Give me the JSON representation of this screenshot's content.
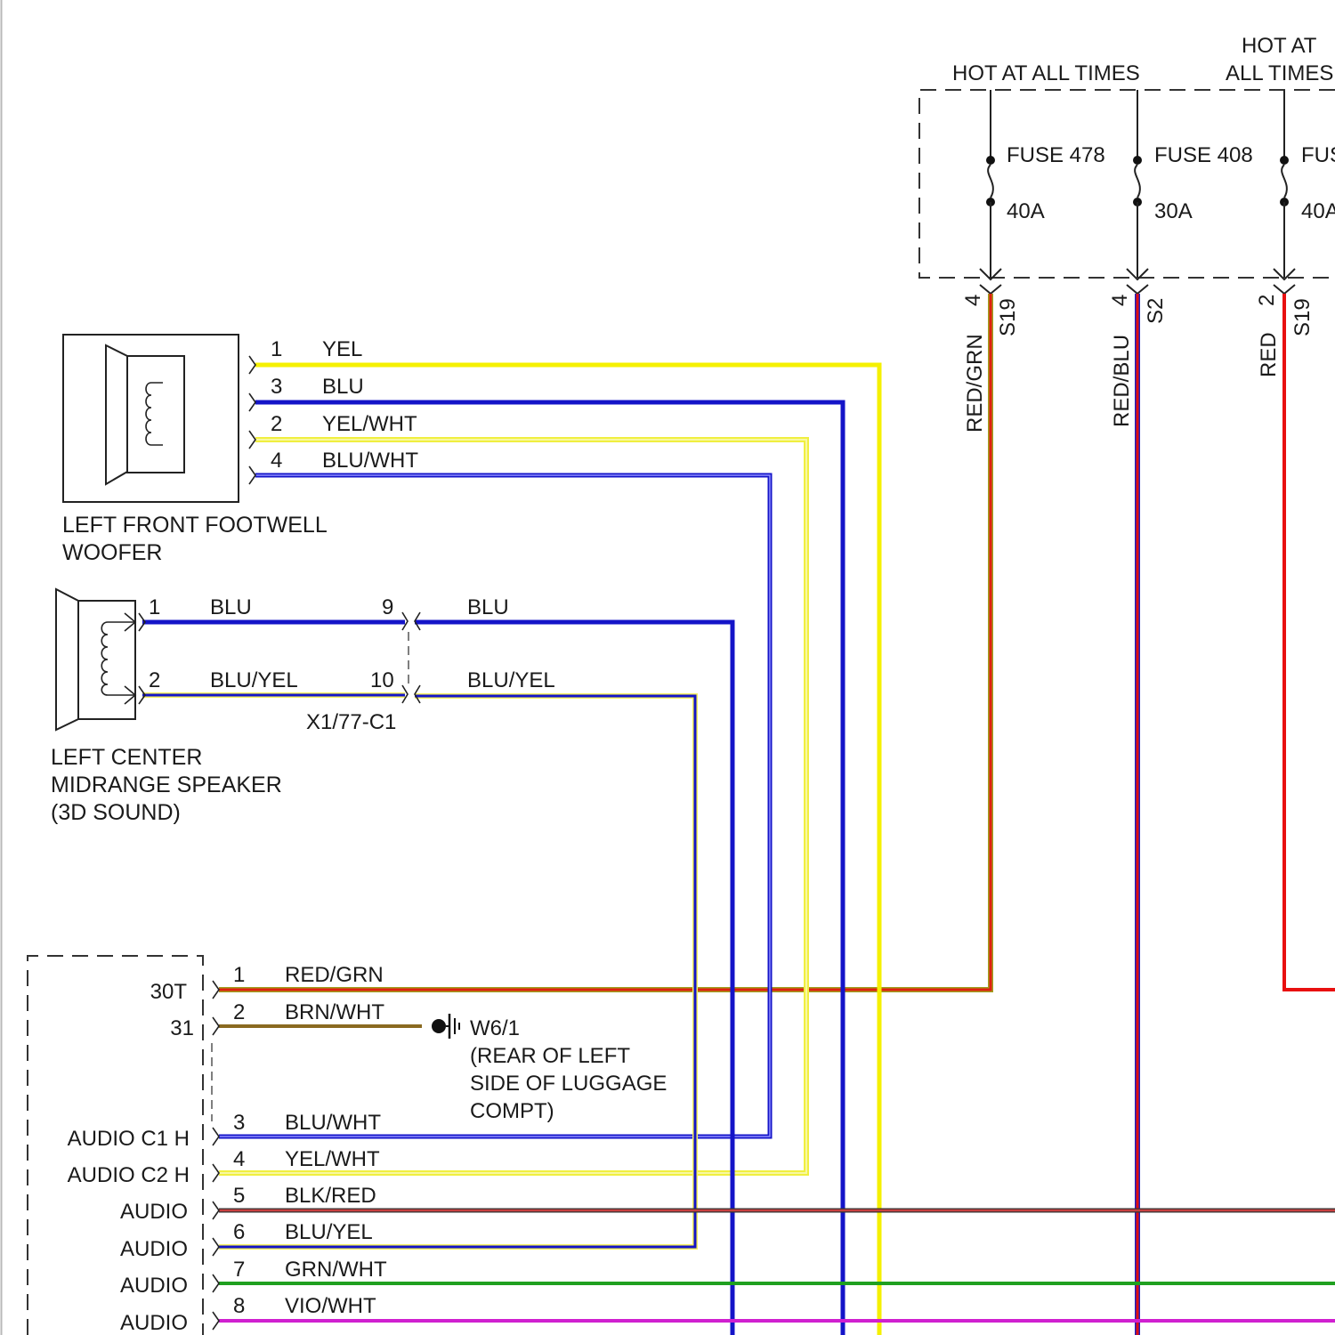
{
  "power": {
    "hot_label_1": "HOT AT ALL TIMES",
    "hot_label_2a": "HOT AT",
    "hot_label_2b": "ALL TIMES",
    "fuses": [
      {
        "name": "FUSE 478",
        "rating": "40A",
        "pin": "4",
        "connector": "S19",
        "wire": "RED/GRN"
      },
      {
        "name": "FUSE 408",
        "rating": "30A",
        "pin": "4",
        "connector": "S2",
        "wire": "RED/BLU"
      },
      {
        "name": "FUS",
        "rating": "40A",
        "pin": "2",
        "connector": "S19",
        "wire": "RED"
      }
    ]
  },
  "woofer": {
    "label_line1": "LEFT FRONT FOOTWELL",
    "label_line2": "WOOFER",
    "pins": [
      {
        "pin": "1",
        "wire": "YEL"
      },
      {
        "pin": "3",
        "wire": "BLU"
      },
      {
        "pin": "2",
        "wire": "YEL/WHT"
      },
      {
        "pin": "4",
        "wire": "BLU/WHT"
      }
    ]
  },
  "midrange": {
    "label_line1": "LEFT CENTER",
    "label_line2": "MIDRANGE SPEAKER",
    "label_line3": "(3D SOUND)",
    "pins": [
      {
        "pin": "1",
        "wire": "BLU",
        "conn_pin": "9",
        "wire_out": "BLU"
      },
      {
        "pin": "2",
        "wire": "BLU/YEL",
        "conn_pin": "10",
        "wire_out": "BLU/YEL"
      }
    ],
    "connector": "X1/77-C1"
  },
  "ground": {
    "name": "W6/1",
    "desc_line1": "(REAR OF LEFT",
    "desc_line2": "SIDE OF LUGGAGE",
    "desc_line3": "COMPT)"
  },
  "amplifier": {
    "pins": [
      {
        "label": "30T",
        "pin": "1",
        "wire": "RED/GRN"
      },
      {
        "label": "31",
        "pin": "2",
        "wire": "BRN/WHT"
      },
      {
        "label": "AUDIO C1 H",
        "pin": "3",
        "wire": "BLU/WHT"
      },
      {
        "label": "AUDIO C2 H",
        "pin": "4",
        "wire": "YEL/WHT"
      },
      {
        "label": "AUDIO",
        "pin": "5",
        "wire": "BLK/RED"
      },
      {
        "label": "AUDIO",
        "pin": "6",
        "wire": "BLU/YEL"
      },
      {
        "label": "AUDIO",
        "pin": "7",
        "wire": "GRN/WHT"
      },
      {
        "label": "AUDIO",
        "pin": "8",
        "wire": "VIO/WHT"
      }
    ]
  },
  "colors": {
    "yellow": "#f5f000",
    "blue": "#1414c8",
    "red": "#e81010",
    "violet": "#d020d0",
    "green": "#20a020",
    "brown": "#8a6a20",
    "darkred": "#a02020"
  }
}
